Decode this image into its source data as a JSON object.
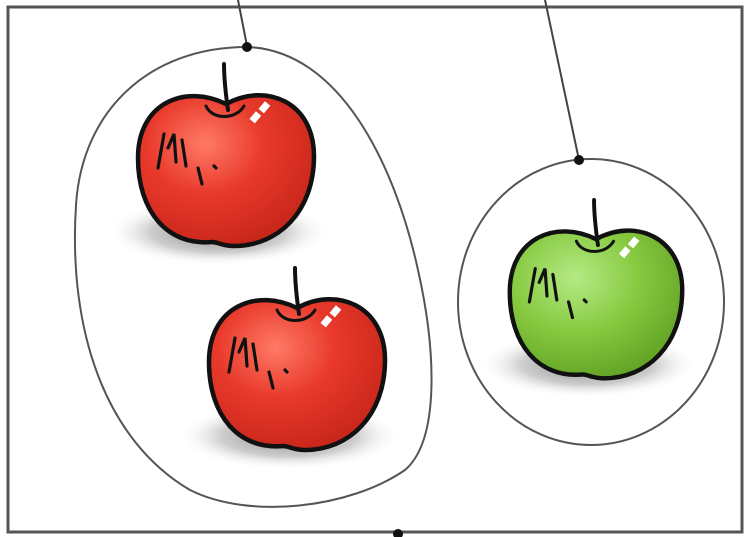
{
  "diagram": {
    "kind": "venn-style set illustration",
    "groups": [
      {
        "id": "red-group",
        "members": [
          "red-apple-1",
          "red-apple-2"
        ]
      },
      {
        "id": "green-group",
        "members": [
          "green-apple-1"
        ]
      }
    ],
    "items": [
      {
        "id": "red-apple-1",
        "type": "apple",
        "color": "red"
      },
      {
        "id": "red-apple-2",
        "type": "apple",
        "color": "red"
      },
      {
        "id": "green-apple-1",
        "type": "apple",
        "color": "green"
      }
    ]
  },
  "colors": {
    "background": "#ffffff",
    "frame": "#555555",
    "outline": "#111111",
    "red_light": "#ff7a66",
    "red_mid": "#e8392b",
    "red_dark": "#c42418",
    "green_light": "#b5ea86",
    "green_mid": "#86c93f",
    "green_dark": "#5f9e22",
    "shadow": "#9a9a9a"
  }
}
